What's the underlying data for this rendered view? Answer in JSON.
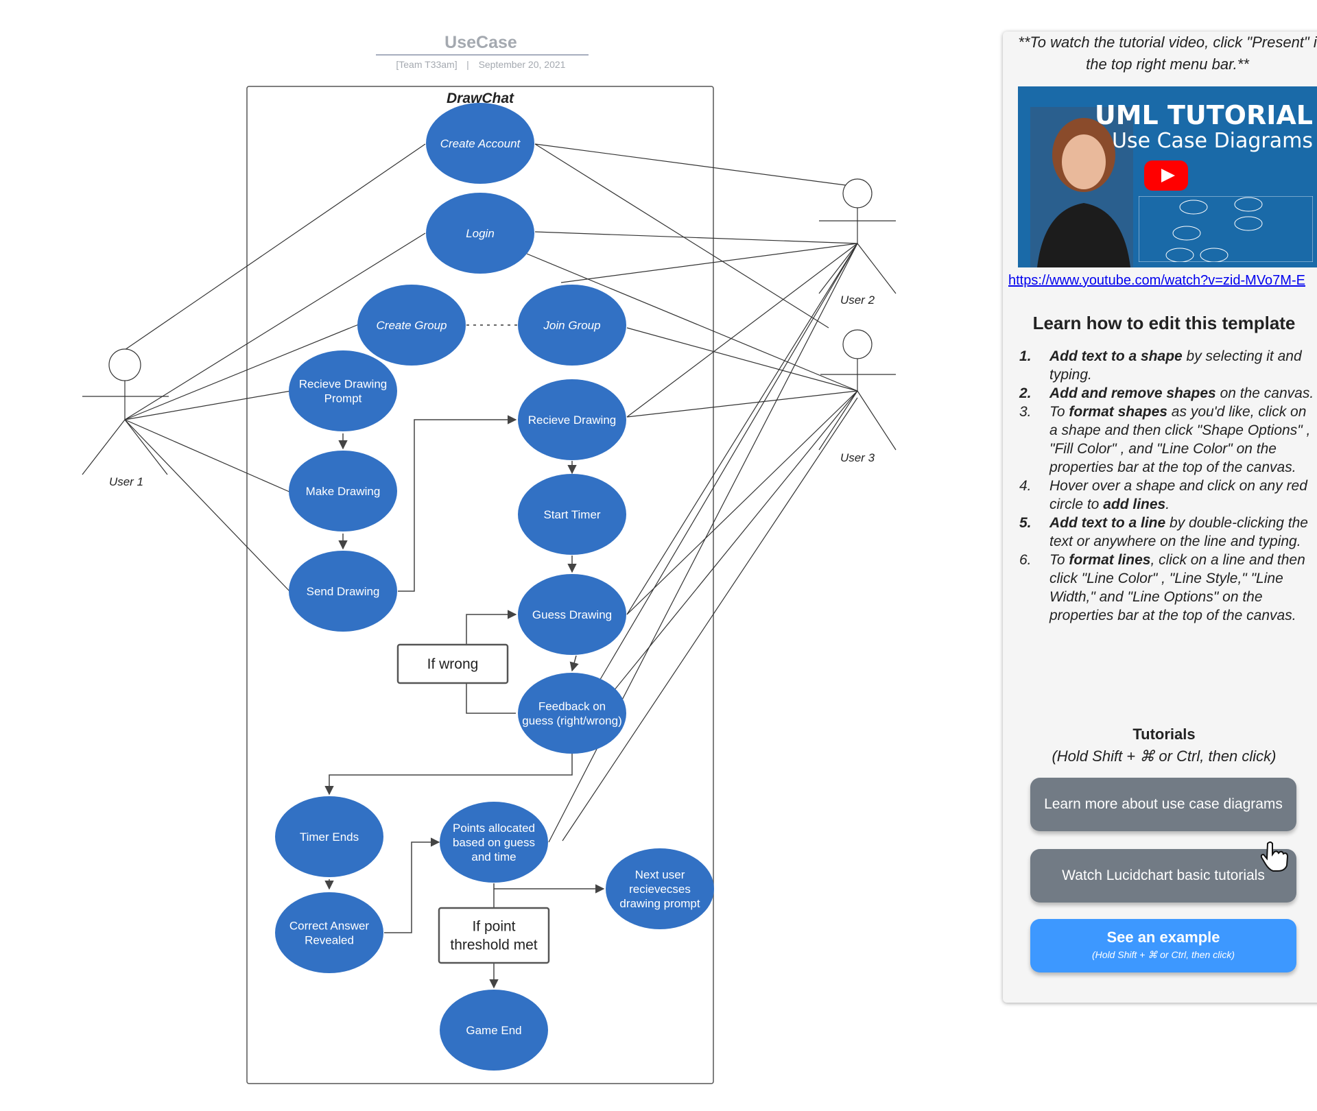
{
  "diagram": {
    "title": "UseCase",
    "subtitle_team": "[Team T33am]",
    "subtitle_separator": "|",
    "subtitle_date": "September 20, 2021",
    "system_name": "DrawChat",
    "nodes": [
      {
        "id": "create_account",
        "label": [
          "Create Account"
        ],
        "italic": true
      },
      {
        "id": "login",
        "label": [
          "Login"
        ],
        "italic": true
      },
      {
        "id": "create_group",
        "label": [
          "Create Group"
        ],
        "italic": true
      },
      {
        "id": "join_group",
        "label": [
          "Join Group"
        ],
        "italic": true
      },
      {
        "id": "recieve_prompt",
        "label": [
          "Recieve Drawing",
          "Prompt"
        ],
        "italic": false
      },
      {
        "id": "recieve_drawing",
        "label": [
          "Recieve Drawing"
        ],
        "italic": false
      },
      {
        "id": "make_drawing",
        "label": [
          "Make Drawing"
        ],
        "italic": false
      },
      {
        "id": "start_timer",
        "label": [
          "Start Timer"
        ],
        "italic": false
      },
      {
        "id": "send_drawing",
        "label": [
          "Send Drawing"
        ],
        "italic": false
      },
      {
        "id": "guess_drawing",
        "label": [
          "Guess Drawing"
        ],
        "italic": false
      },
      {
        "id": "feedback",
        "label": [
          "Feedback on",
          "guess (right/wrong)"
        ],
        "italic": false
      },
      {
        "id": "timer_ends",
        "label": [
          "Timer Ends"
        ],
        "italic": false
      },
      {
        "id": "points",
        "label": [
          "Points allocated",
          "based on guess",
          "and time"
        ],
        "italic": false
      },
      {
        "id": "correct_answer",
        "label": [
          "Correct Answer",
          "Revealed"
        ],
        "italic": false
      },
      {
        "id": "next_user",
        "label": [
          "Next user",
          "recievecses",
          "drawing prompt"
        ],
        "italic": false
      },
      {
        "id": "game_end",
        "label": [
          "Game End"
        ],
        "italic": false
      }
    ],
    "notes": [
      {
        "id": "if_wrong",
        "label": [
          "If wrong"
        ]
      },
      {
        "id": "if_point",
        "label": [
          "If point",
          "threshold met"
        ]
      }
    ],
    "actors": [
      {
        "id": "user1",
        "label": "User 1"
      },
      {
        "id": "user2",
        "label": "User 2"
      },
      {
        "id": "user3",
        "label": "User 3"
      }
    ],
    "node_color": "#3271c4",
    "line_color": "#333333"
  },
  "panel": {
    "tip_line1": "**To watch the tutorial video, click \"Present\" i",
    "tip_line2": "the top right menu bar.**",
    "video_title": "UML TUTORIAL",
    "video_subtitle": "Use Case Diagrams",
    "video_link": "https://www.youtube.com/watch?v=zid-MVo7M-E",
    "learn_heading": "Learn how to edit this template",
    "steps": [
      {
        "num": "1.",
        "bold_num": true,
        "parts": [
          {
            "b": true,
            "t": "Add text to a shape"
          },
          {
            "b": false,
            "t": " by selecting it and typing."
          }
        ]
      },
      {
        "num": "2.",
        "bold_num": true,
        "parts": [
          {
            "b": true,
            "t": "Add and remove shapes"
          },
          {
            "b": false,
            "t": " on the canvas."
          }
        ]
      },
      {
        "num": "3.",
        "bold_num": false,
        "parts": [
          {
            "b": false,
            "t": "To "
          },
          {
            "b": true,
            "t": "format shapes"
          },
          {
            "b": false,
            "t": " as you'd like, click on a shape and then click \"Shape Options\"    , \"Fill Color\"    , and \"Line Color\"    on the properties bar at the top of the canvas."
          }
        ]
      },
      {
        "num": "4.",
        "bold_num": false,
        "parts": [
          {
            "b": false,
            "t": "Hover over a shape and click on any red circle    to "
          },
          {
            "b": true,
            "t": "add lines"
          },
          {
            "b": false,
            "t": "."
          }
        ]
      },
      {
        "num": "5.",
        "bold_num": true,
        "parts": [
          {
            "b": true,
            "t": "Add text to a line"
          },
          {
            "b": false,
            "t": " by double-clicking the text or anywhere on the line and typing."
          }
        ]
      },
      {
        "num": "6.",
        "bold_num": false,
        "parts": [
          {
            "b": false,
            "t": "To "
          },
          {
            "b": true,
            "t": "format lines"
          },
          {
            "b": false,
            "t": ", click on a line and then click \"Line Color\"    , \"Line Style,\" \"Line Width,\" and \"Line Options\"    on the properties bar at the top of the canvas."
          }
        ]
      }
    ],
    "tutorials_title": "Tutorials",
    "tutorials_sub": "(Hold Shift + ⌘ or Ctrl, then click)",
    "btn_learn_more": "Learn more about use case diagrams",
    "btn_watch": "Watch Lucidchart basic tutorials",
    "btn_example": "See an example",
    "btn_example_sub": "(Hold Shift + ⌘ or Ctrl, then click)"
  }
}
